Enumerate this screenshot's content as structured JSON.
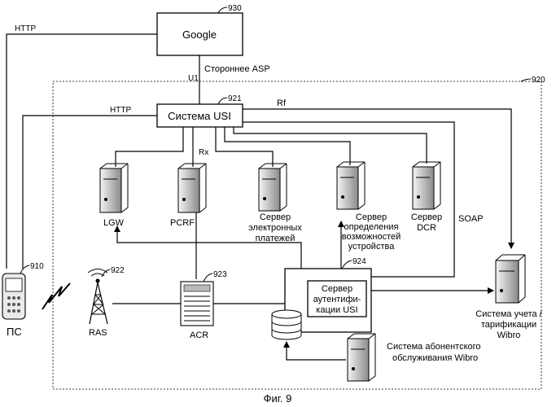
{
  "nodes": {
    "google": {
      "label": "Google",
      "ref": "930"
    },
    "network": {
      "ref": "920"
    },
    "usi": {
      "label": "Система USI",
      "ref": "921"
    },
    "lgw": {
      "label": "LGW"
    },
    "pcrf": {
      "label": "PCRF"
    },
    "payments": {
      "label_lines": [
        "Сервер",
        "электронных",
        "платежей"
      ]
    },
    "capabilities": {
      "label_lines": [
        "Сервер",
        "определения",
        "возможностей",
        "устройства"
      ]
    },
    "dcr": {
      "label_lines": [
        "Сервер",
        "DCR"
      ]
    },
    "auth": {
      "label_lines": [
        "Сервер",
        "аутентифи-",
        "кации USI"
      ],
      "ref": "924"
    },
    "billing": {
      "label_lines": [
        "Система учета /",
        "тарификации",
        "Wibro"
      ]
    },
    "subscriber": {
      "label_lines": [
        "Система абонентского",
        "обслуживания Wibro"
      ]
    },
    "ms": {
      "label": "ПС",
      "ref": "910"
    },
    "ras": {
      "label": "RAS",
      "ref": "922"
    },
    "acr": {
      "label": "ACR",
      "ref": "923"
    }
  },
  "edges": {
    "http_top": "HTTP",
    "http_mid": "HTTP",
    "u1": "U1",
    "third_party_asp": "Стороннее ASP",
    "rf": "Rf",
    "rx": "Rx",
    "soap": "SOAP"
  },
  "caption": "Фиг. 9"
}
